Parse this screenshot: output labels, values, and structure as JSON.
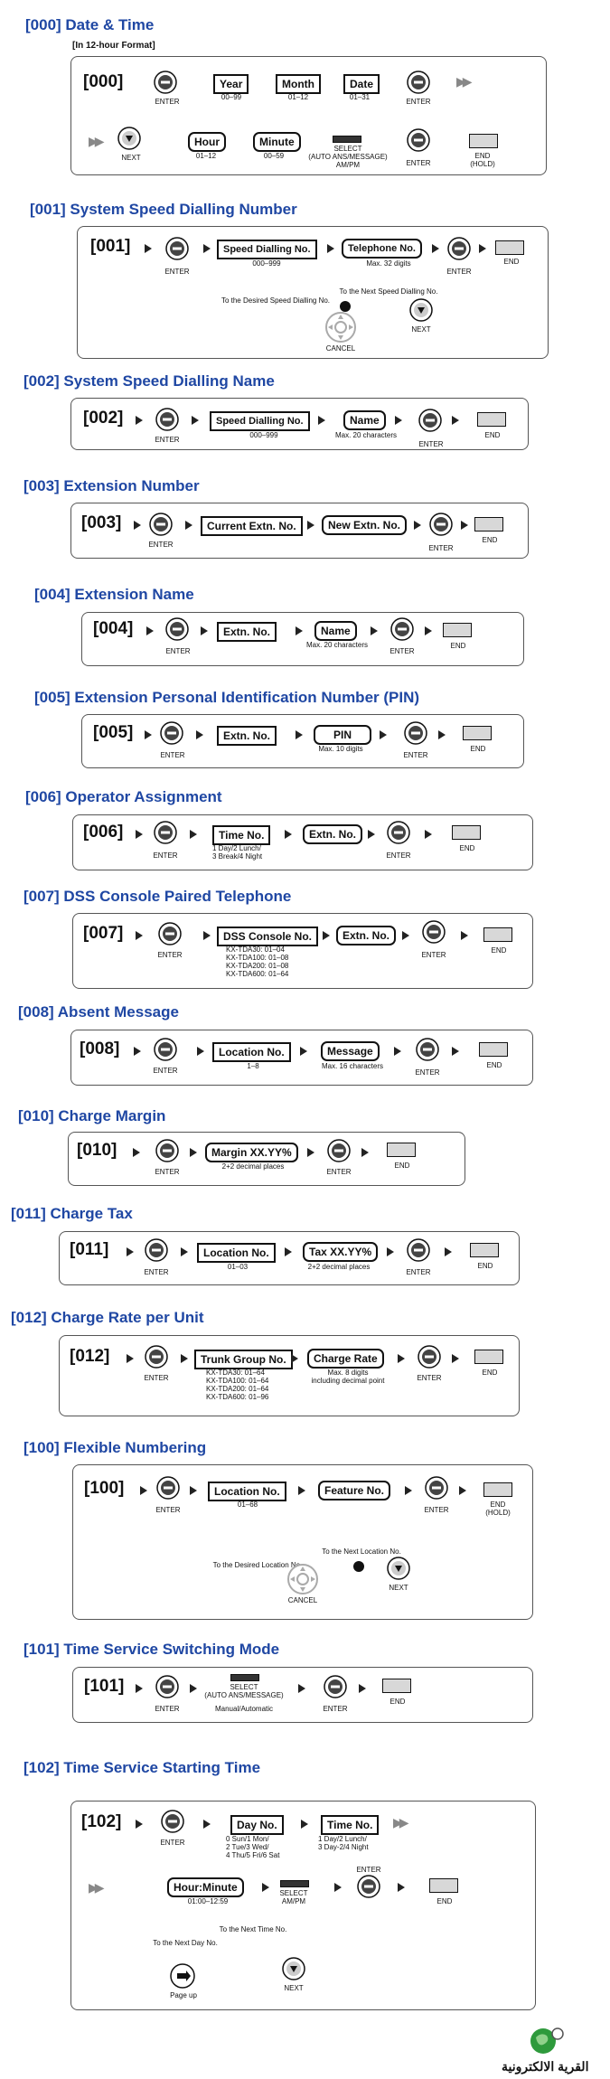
{
  "sections": {
    "s000": {
      "title": "[000] Date & Time",
      "note": "[In 12-hour Format]",
      "code": "[000]",
      "year": "Year",
      "year_range": "00–99",
      "month": "Month",
      "month_range": "01–12",
      "date": "Date",
      "date_range": "01–31",
      "hour": "Hour",
      "hour_range": "01–12",
      "minute": "Minute",
      "minute_range": "00–59",
      "select_label": "SELECT\n(AUTO ANS/MESSAGE)\nAM/PM",
      "next": "NEXT",
      "end_label": "END\n(HOLD)"
    },
    "s001": {
      "title": "[001] System Speed Dialling Number",
      "code": "[001]",
      "field1": "Speed Dialling No.",
      "field1_range": "000–999",
      "field2": "Telephone No.",
      "field2_range": "Max. 32 digits",
      "to_next": "To the Next Speed Dialling No.",
      "to_desired": "To the Desired Speed Dialling No.",
      "next": "NEXT",
      "cancel": "CANCEL",
      "end_label": "END"
    },
    "s002": {
      "title": "[002] System Speed Dialling Name",
      "code": "[002]",
      "field1": "Speed Dialling No.",
      "field1_range": "000–999",
      "field2": "Name",
      "field2_range": "Max. 20 characters",
      "end_label": "END"
    },
    "s003": {
      "title": "[003] Extension Number",
      "code": "[003]",
      "field1": "Current Extn. No.",
      "field2": "New Extn. No.",
      "end_label": "END"
    },
    "s004": {
      "title": "[004] Extension Name",
      "code": "[004]",
      "field1": "Extn. No.",
      "field2": "Name",
      "field2_range": "Max. 20 characters",
      "end_label": "END"
    },
    "s005": {
      "title": "[005] Extension Personal Identification Number (PIN)",
      "code": "[005]",
      "field1": "Extn. No.",
      "field2": "PIN",
      "field2_range": "Max. 10 digits",
      "end_label": "END"
    },
    "s006": {
      "title": "[006] Operator Assignment",
      "code": "[006]",
      "field1": "Time No.",
      "field1_range": "1 Day/2 Lunch/\n3 Break/4 Night",
      "field2": "Extn. No.",
      "end_label": "END"
    },
    "s007": {
      "title": "[007] DSS Console Paired Telephone",
      "code": "[007]",
      "field1": "DSS Console No.",
      "field1_range": "KX-TDA30: 01–04\nKX-TDA100: 01–08\nKX-TDA200: 01–08\nKX-TDA600: 01–64",
      "field2": "Extn. No.",
      "end_label": "END"
    },
    "s008": {
      "title": "[008] Absent Message",
      "code": "[008]",
      "field1": "Location No.",
      "field1_range": "1–8",
      "field2": "Message",
      "field2_range": "Max. 16 characters",
      "end_label": "END"
    },
    "s010": {
      "title": "[010] Charge Margin",
      "code": "[010]",
      "field1": "Margin XX.YY%",
      "field1_range": "2+2 decimal places",
      "end_label": "END"
    },
    "s011": {
      "title": "[011] Charge Tax",
      "code": "[011]",
      "field1": "Location No.",
      "field1_range": "01–03",
      "field2": "Tax XX.YY%",
      "field2_range": "2+2 decimal places",
      "end_label": "END"
    },
    "s012": {
      "title": "[012] Charge Rate per Unit",
      "code": "[012]",
      "field1": "Trunk Group No.",
      "field1_range": "KX-TDA30: 01–64\nKX-TDA100: 01–64\nKX-TDA200: 01–64\nKX-TDA600: 01–96",
      "field2": "Charge Rate",
      "field2_range": "Max. 8 digits\nincluding decimal point",
      "end_label": "END"
    },
    "s100": {
      "title": "[100] Flexible Numbering",
      "code": "[100]",
      "field1": "Location No.",
      "field1_range": "01–68",
      "field2": "Feature No.",
      "to_next": "To the Next Location No.",
      "to_desired": "To the Desired Location No.",
      "next": "NEXT",
      "cancel": "CANCEL",
      "end_label": "END\n(HOLD)"
    },
    "s101": {
      "title": "[101] Time Service Switching Mode",
      "code": "[101]",
      "select_label": "SELECT\n(AUTO ANS/MESSAGE)",
      "select_values": "Manual/Automatic",
      "end_label": "END"
    },
    "s102": {
      "title": "[102] Time Service Starting Time",
      "code": "[102]",
      "field1": "Day No.",
      "field1_range": "0 Sun/1 Mon/\n2 Tue/3 Wed/\n4 Thu/5 Fri/6 Sat",
      "field2": "Time No.",
      "field2_range": "1 Day/2 Lunch/\n3 Day-2/4 Night",
      "field3": "Hour:Minute",
      "field3_range": "01:00–12:59",
      "select_label": "SELECT\nAM/PM",
      "to_next_time": "To the Next Time No.",
      "to_next_day": "To the Next Day No.",
      "next": "NEXT",
      "page_up": "Page up",
      "end_label": "END"
    }
  },
  "common": {
    "enter": "ENTER"
  },
  "logo": {
    "text": "القرية الالكترونية"
  },
  "colors": {
    "title_blue": "#1f47a3",
    "dashed_gray": "#aaaaaa"
  }
}
